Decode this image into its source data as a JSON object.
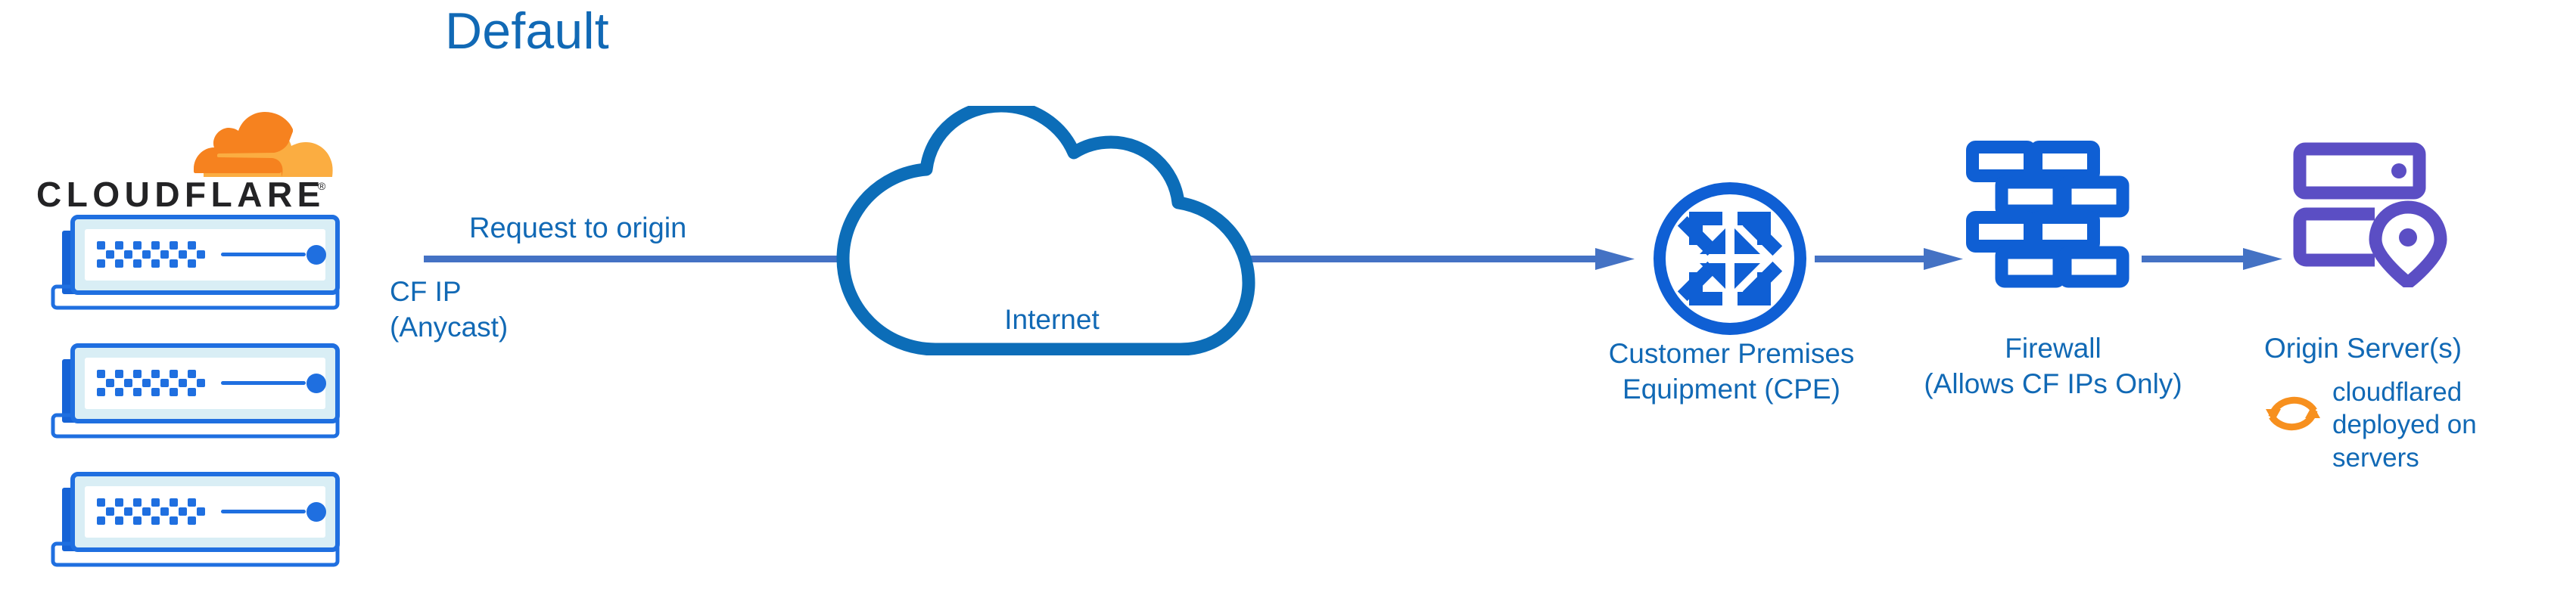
{
  "diagram": {
    "title": "Default",
    "type": "network-architecture-flow",
    "background_color": "#ffffff",
    "colors": {
      "label_blue": "#1169b5",
      "icon_blue": "#0f5fd4",
      "arrow_blue": "#4472c4",
      "cloud_blue": "#0c6db8",
      "origin_purple": "#5b4ec4",
      "cloudflare_orange": "#f6821f",
      "cloudflare_orange_light": "#fbad41",
      "wordmark_black": "#232325"
    }
  },
  "brand": {
    "logo_name": "cloudflare-logo",
    "wordmark": "CLOUDFLARE",
    "registered_mark": "®"
  },
  "left_stack": {
    "name": "cloudflare-edge-servers",
    "units": [
      {
        "label": "cloudflare-server-unit"
      },
      {
        "label": "cloudflare-server-unit"
      },
      {
        "label": "cloudflare-server-unit"
      }
    ]
  },
  "flow": {
    "request_label": "Request to origin",
    "cf_ip_label": "CF IP\n(Anycast)",
    "arrows": [
      {
        "name": "arrow-edge-to-cpe",
        "direction": "right"
      },
      {
        "name": "arrow-cpe-to-firewall",
        "direction": "right"
      },
      {
        "name": "arrow-firewall-to-origin",
        "direction": "right"
      }
    ]
  },
  "nodes": {
    "internet": {
      "label": "Internet",
      "icon": "cloud-outline-icon"
    },
    "cpe": {
      "label": "Customer Premises\nEquipment (CPE)",
      "icon": "router-four-arrows-icon"
    },
    "firewall": {
      "label": "Firewall\n(Allows CF IPs Only)",
      "icon": "brick-wall-icon"
    },
    "origin": {
      "label": "Origin Server(s)",
      "icon": "server-rack-location-pin-icon"
    }
  },
  "annotations": {
    "cloudflared": {
      "icon": "refresh-circular-arrows-icon",
      "text": "cloudflared\ndeployed on\nservers"
    }
  }
}
